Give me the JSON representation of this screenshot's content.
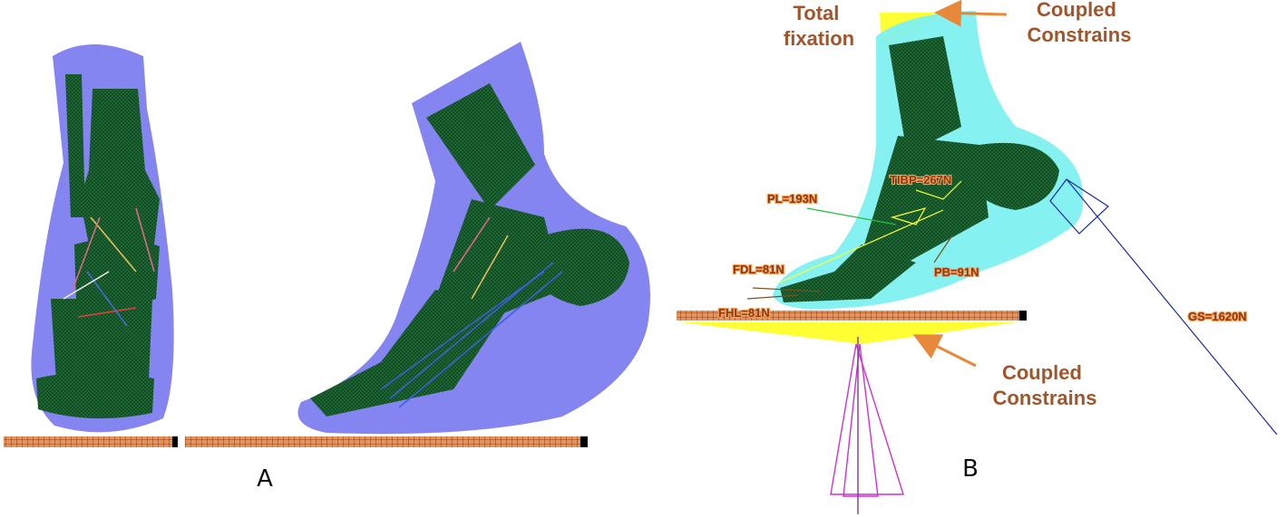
{
  "panels": {
    "a": {
      "label": "A"
    },
    "b": {
      "label": "B"
    }
  },
  "callouts": {
    "total_fixation": [
      "Total",
      "fixation"
    ],
    "coupled_top": [
      "Coupled",
      "Constrains"
    ],
    "coupled_bottom": [
      "Coupled",
      "Constrains"
    ]
  },
  "forces": {
    "tibp": "TIBP=267N",
    "pl": "PL=193N",
    "fdl": "FDL=81N",
    "pb": "PB=91N",
    "fhl": "FHL=81N",
    "gs": "GS=1620N"
  },
  "colors": {
    "bone_mesh": "#1e6b34",
    "soft_tissue_a": "#7070ee",
    "soft_tissue_b": "#7ff0f0",
    "ground_plate": "#e8935a",
    "constraint": "#ffff33",
    "arrow": "#e8883a",
    "callout_text": "#a0552b",
    "ligament_line": "#1d2aa8",
    "load_cone": "#cc33cc"
  }
}
